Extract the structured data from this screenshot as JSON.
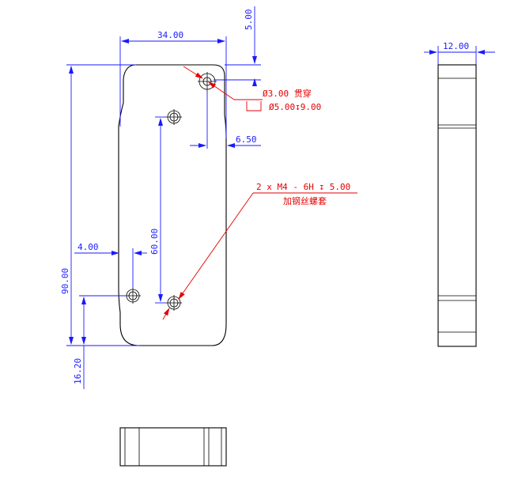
{
  "dimensions": {
    "width_top": "34.00",
    "height_total": "90.00",
    "top_offset": "5.00",
    "right_offset": "6.50",
    "left_offset": "4.00",
    "hole_spacing": "60.00",
    "bottom_offset": "16.20",
    "side_thickness": "12.00"
  },
  "callouts": {
    "through_hole": "Ø3.00 贯穿",
    "counterbore": "Ø5.00↧9.00",
    "thread_spec": "2 x  M4 - 6H ↧ 5.00",
    "thread_note": "加钢丝螺套"
  },
  "colors": {
    "dimension": "#1a1aff",
    "annotation": "#e60000",
    "geometry": "#000000"
  }
}
